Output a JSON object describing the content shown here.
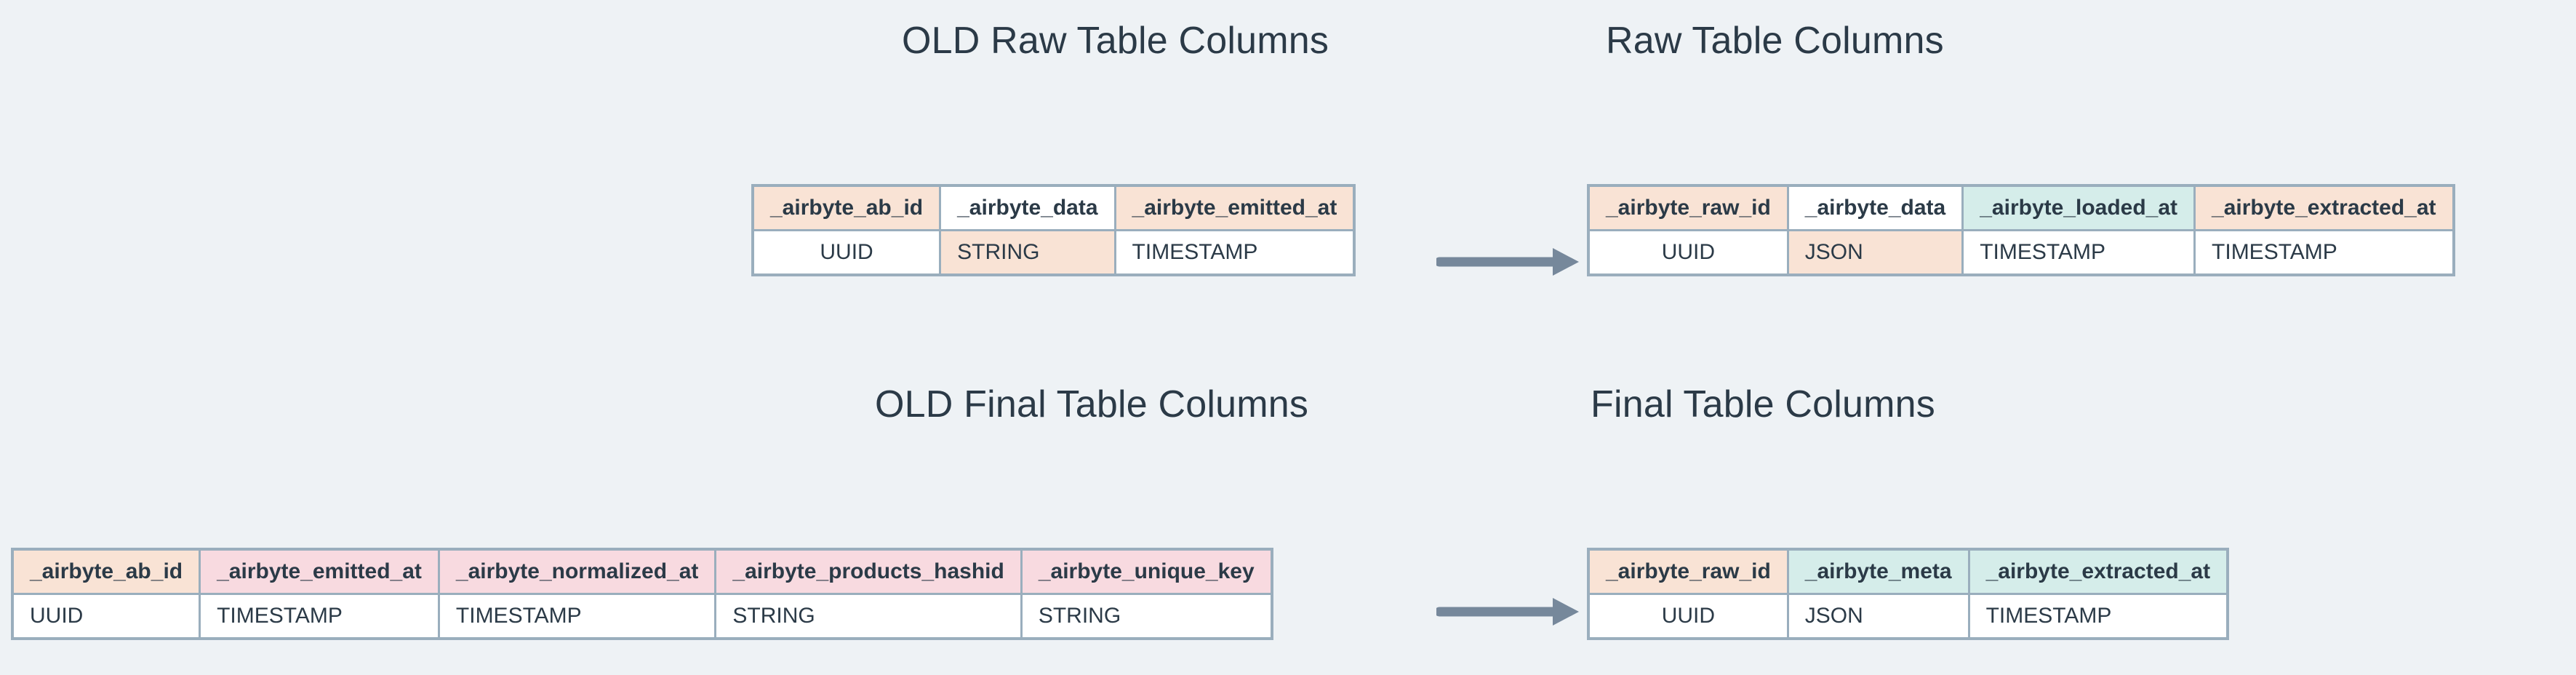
{
  "theme": {
    "background": "#eef2f5",
    "text": "#2b3a47",
    "border": "#9aaebd",
    "arrow": "#76889b",
    "peach": "#f9e3d5",
    "mint": "#d5edea",
    "pink": "#f8dae0",
    "white": "#ffffff"
  },
  "sections": {
    "old_raw": {
      "title": "OLD Raw Table Columns",
      "table": {
        "headers": [
          {
            "label": "_airbyte_ab_id",
            "fill": "peach"
          },
          {
            "label": "_airbyte_data",
            "fill": "white"
          },
          {
            "label": "_airbyte_emitted_at",
            "fill": "peach"
          }
        ],
        "types": [
          {
            "label": "UUID",
            "fill": "white"
          },
          {
            "label": "STRING",
            "fill": "peach"
          },
          {
            "label": "TIMESTAMP",
            "fill": "white"
          }
        ]
      }
    },
    "new_raw": {
      "title": "Raw Table Columns",
      "table": {
        "headers": [
          {
            "label": "_airbyte_raw_id",
            "fill": "peach"
          },
          {
            "label": "_airbyte_data",
            "fill": "white"
          },
          {
            "label": "_airbyte_loaded_at",
            "fill": "mint"
          },
          {
            "label": "_airbyte_extracted_at",
            "fill": "peach"
          }
        ],
        "types": [
          {
            "label": "UUID",
            "fill": "white"
          },
          {
            "label": "JSON",
            "fill": "peach"
          },
          {
            "label": "TIMESTAMP",
            "fill": "white"
          },
          {
            "label": "TIMESTAMP",
            "fill": "white"
          }
        ]
      }
    },
    "old_final": {
      "title": "OLD Final Table Columns",
      "table": {
        "headers": [
          {
            "label": "_airbyte_ab_id",
            "fill": "peach"
          },
          {
            "label": "_airbyte_emitted_at",
            "fill": "pink"
          },
          {
            "label": "_airbyte_normalized_at",
            "fill": "pink"
          },
          {
            "label": "_airbyte_products_hashid",
            "fill": "pink"
          },
          {
            "label": "_airbyte_unique_key",
            "fill": "pink"
          }
        ],
        "types": [
          {
            "label": "UUID",
            "fill": "white"
          },
          {
            "label": "TIMESTAMP",
            "fill": "white"
          },
          {
            "label": "TIMESTAMP",
            "fill": "white"
          },
          {
            "label": "STRING",
            "fill": "white"
          },
          {
            "label": "STRING",
            "fill": "white"
          }
        ]
      }
    },
    "new_final": {
      "title": "Final Table Columns",
      "table": {
        "headers": [
          {
            "label": "_airbyte_raw_id",
            "fill": "peach"
          },
          {
            "label": "_airbyte_meta",
            "fill": "mint"
          },
          {
            "label": "_airbyte_extracted_at",
            "fill": "mint"
          }
        ],
        "types": [
          {
            "label": "UUID",
            "fill": "white"
          },
          {
            "label": "JSON",
            "fill": "white"
          },
          {
            "label": "TIMESTAMP",
            "fill": "white"
          }
        ]
      }
    }
  },
  "arrows": [
    {
      "name": "arrow-raw",
      "direction": "right"
    },
    {
      "name": "arrow-final",
      "direction": "right"
    }
  ]
}
